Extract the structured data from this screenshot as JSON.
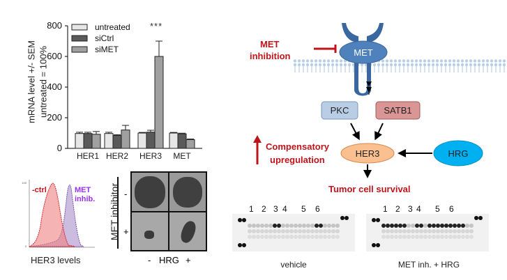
{
  "chart_data": {
    "type": "bar",
    "title": "",
    "ylabel_line1": "mRNA level +/- SEM",
    "ylabel_line2": "untreated = 100%",
    "xlabel": "",
    "ylim": [
      0,
      800
    ],
    "yticks": [
      "0",
      "200",
      "400",
      "600",
      "800"
    ],
    "categories": [
      "HER1",
      "HER2",
      "HER3",
      "MET"
    ],
    "series": [
      {
        "name": "untreated",
        "color": "#e6e6e6",
        "values": [
          97,
          97,
          100,
          100
        ],
        "errors": [
          8,
          8,
          4,
          4
        ]
      },
      {
        "name": "siCtrl",
        "color": "#5a5a5a",
        "values": [
          97,
          85,
          106,
          95
        ],
        "errors": [
          8,
          4,
          12,
          4
        ]
      },
      {
        "name": "siMET",
        "color": "#a0a0a0",
        "values": [
          92,
          120,
          600,
          57
        ],
        "errors": [
          18,
          30,
          100,
          4
        ]
      }
    ],
    "annotations": [
      {
        "category": "HER3",
        "text": "***"
      }
    ],
    "legend_position": "top-left"
  },
  "flow": {
    "xlabel": "HER3 levels",
    "ctrl_label": "-ctrl",
    "met_label_1": "MET",
    "met_label_2": "inhib."
  },
  "spheroid": {
    "ylabel": "MET inhibitor",
    "row_minus": "-",
    "row_plus": "+",
    "col_minus": "-",
    "col_mid": "HRG",
    "col_plus": "+"
  },
  "pathway": {
    "inhibition_1": "MET",
    "inhibition_2": "inhibition",
    "met": "MET",
    "pkc": "PKC",
    "satb1": "SATB1",
    "her3": "HER3",
    "hrg": "HRG",
    "comp_1": "Compensatory",
    "comp_2": "upregulation",
    "survival": "Tumor cell survival",
    "colors": {
      "red": "#c0141b",
      "met": "#4f81bd",
      "pkc": "#b9cde5",
      "satb1": "#d99694",
      "her3": "#fac090",
      "hrg": "#00b0f0"
    }
  },
  "arrays": {
    "lanes": [
      "1",
      "2",
      "3",
      "4",
      "5",
      "6"
    ],
    "left_caption": "vehicle",
    "right_caption": "MET inh. + HRG"
  }
}
